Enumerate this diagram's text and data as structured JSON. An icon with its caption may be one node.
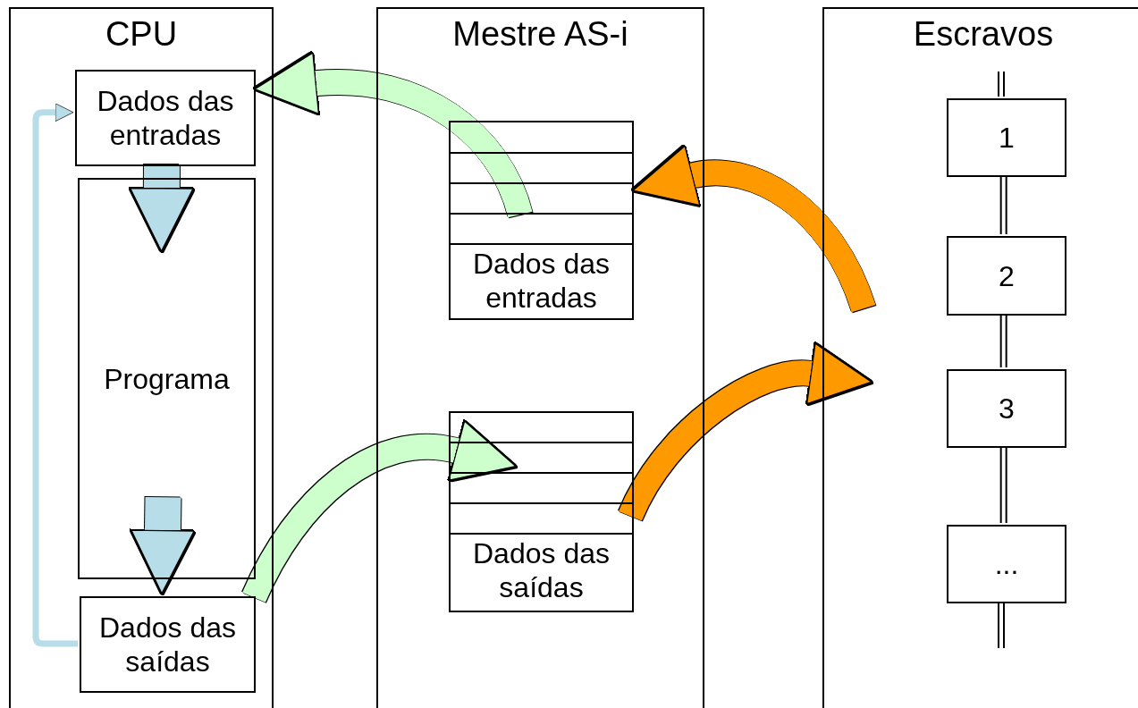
{
  "diagram": {
    "nodes": [
      {
        "text": [
          "CPU"
        ]
      },
      {
        "text": [
          "Dados das entradas"
        ],
        "in": 0
      },
      {
        "text": [
          "Programa"
        ],
        "in": 0
      },
      {
        "text": [
          "Dados das saídas"
        ],
        "in": 0
      },
      {
        "text": [
          "Mestre AS-i"
        ]
      },
      {
        "text": [
          "Dados das entradas"
        ],
        "in": 4
      },
      {
        "text": [
          "Dados das saídas"
        ],
        "in": 4
      },
      {
        "text": [
          "Escravos"
        ]
      },
      {
        "text": [
          "1"
        ],
        "in": 7
      },
      {
        "text": [
          "2"
        ],
        "in": 7
      },
      {
        "text": [
          "3"
        ],
        "in": 7
      },
      {
        "text": [
          "..."
        ],
        "in": 7
      }
    ],
    "edges": [
      {
        "from": 5,
        "to": 1,
        "arrow": "to",
        "color": "#ccffcc"
      },
      {
        "from": 7,
        "to": 5,
        "arrow": "to",
        "color": "#ff9900"
      },
      {
        "from": 3,
        "to": 6,
        "arrow": "to",
        "color": "#ccffcc"
      },
      {
        "from": 6,
        "to": 7,
        "arrow": "to",
        "color": "#ff9900"
      },
      {
        "from": 1,
        "to": 2,
        "arrow": "to",
        "color": "#b7dde8"
      },
      {
        "from": 2,
        "to": 3,
        "arrow": "to",
        "color": "#b7dde8"
      },
      {
        "from": 3,
        "to": 1,
        "arrow": "to",
        "color": "#b7dde8"
      },
      {
        "from": 8,
        "to": 9,
        "arrow": "none",
        "color": "#000000"
      },
      {
        "from": 9,
        "to": 10,
        "arrow": "none",
        "color": "#000000"
      },
      {
        "from": 10,
        "to": 11,
        "arrow": "none",
        "color": "#000000"
      }
    ]
  }
}
